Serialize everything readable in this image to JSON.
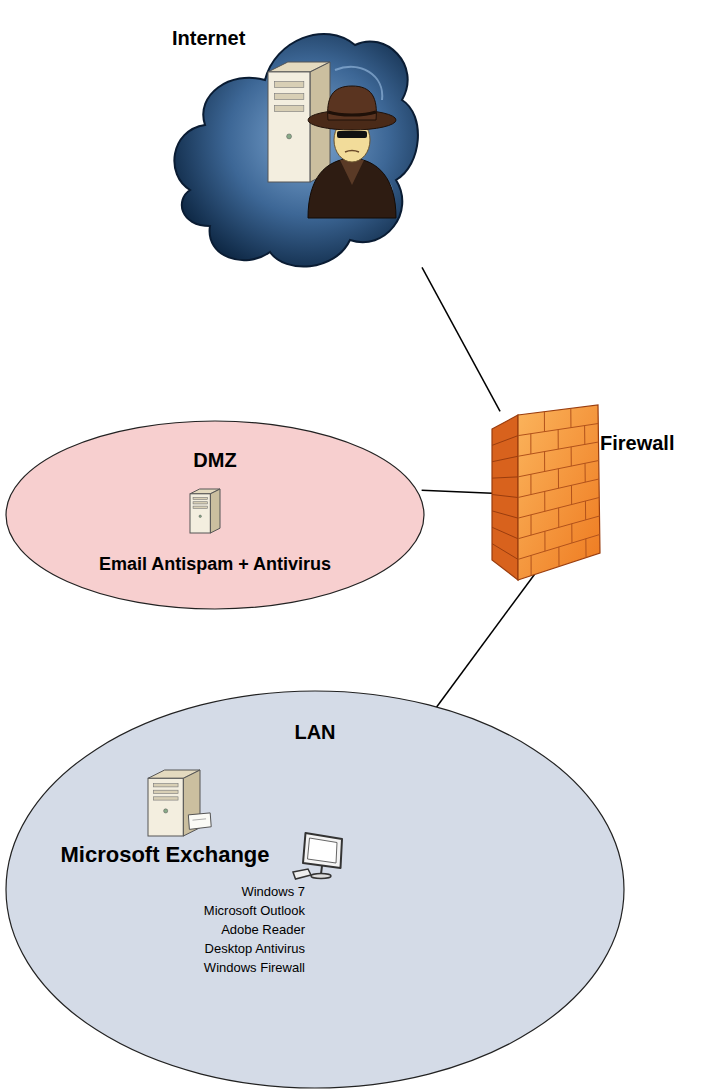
{
  "diagram": {
    "nodes": [
      {
        "text": [
          "Internet"
        ]
      },
      {
        "text": [
          "DMZ"
        ]
      },
      {
        "text": [
          "Email Antispam + Antivirus"
        ],
        "in": 1
      },
      {
        "text": [
          "Firewall"
        ]
      },
      {
        "text": [
          "LAN"
        ]
      },
      {
        "text": [
          "Microsoft Exchange"
        ],
        "in": 4
      },
      {
        "text": [
          "Windows 7",
          "Microsoft Outlook",
          "Adobe Reader",
          "Desktop Antivirus",
          "Windows Firewall"
        ],
        "in": 4
      }
    ],
    "edges": [
      {
        "from": 0,
        "to": 3,
        "arrow": "none"
      },
      {
        "from": 1,
        "to": 3,
        "arrow": "none"
      },
      {
        "from": 3,
        "to": 4,
        "arrow": "none"
      }
    ]
  }
}
